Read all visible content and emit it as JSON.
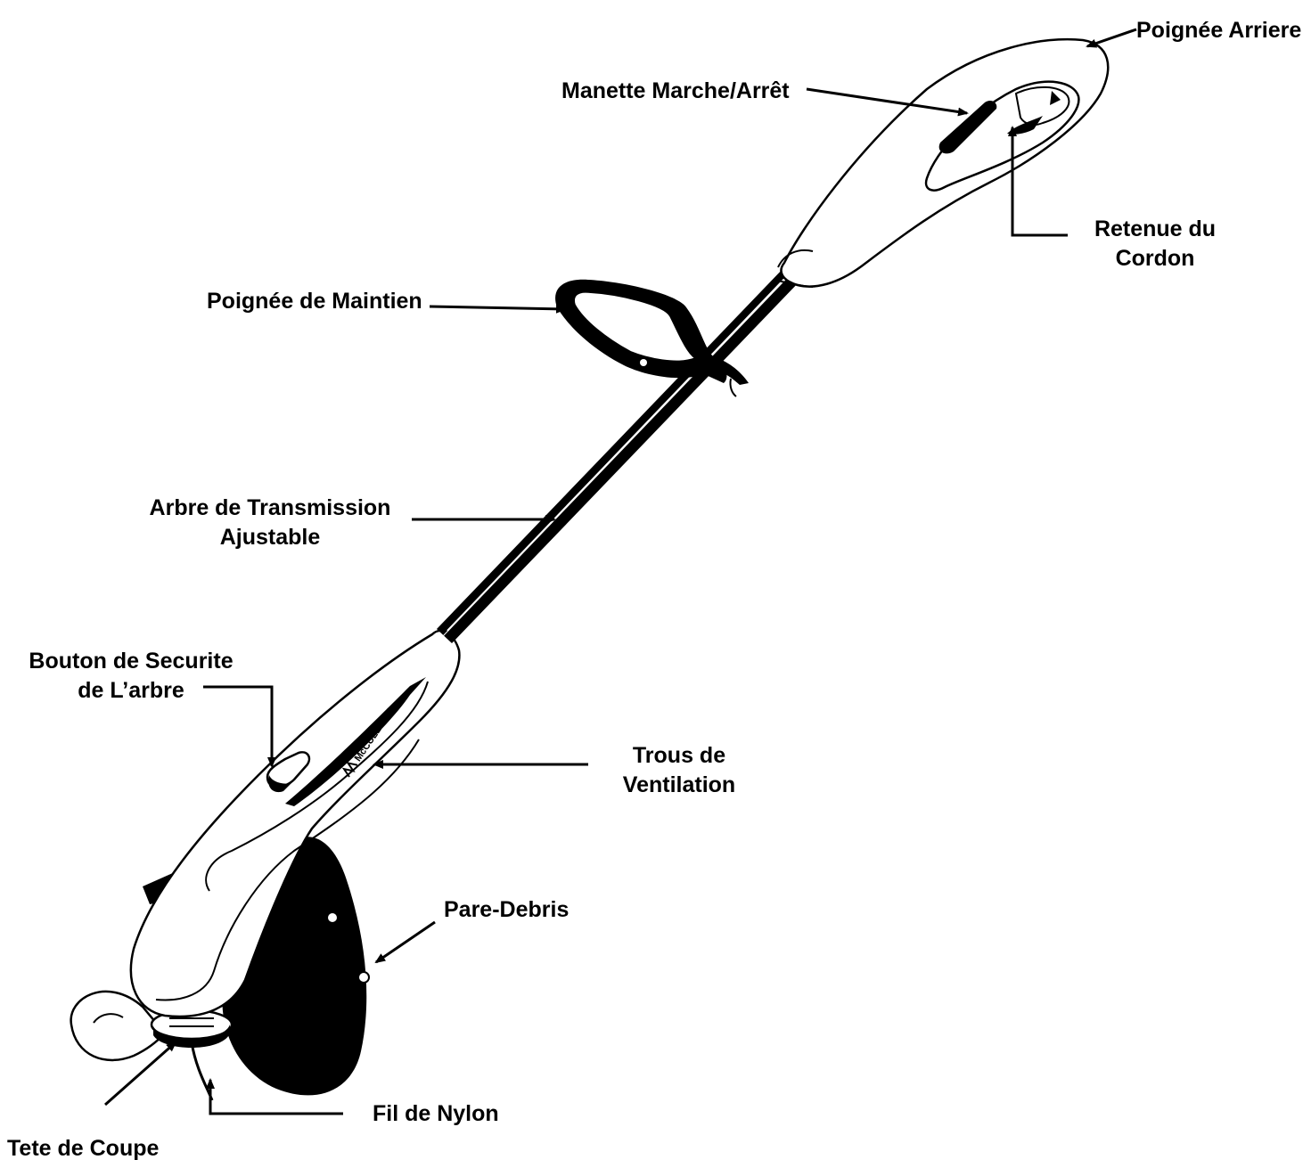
{
  "diagram": {
    "labels": {
      "rear_handle": "Poignée Arriere",
      "on_off_switch": "Manette Marche/Arrêt",
      "cord_retainer": [
        "Retenue du",
        "Cordon"
      ],
      "assist_handle": "Poignée de Maintien",
      "shaft": [
        "Arbre de Transmission",
        "Ajustable"
      ],
      "shaft_lock": [
        "Bouton de Securite",
        "de L’arbre"
      ],
      "vents": [
        "Trous de",
        "Ventilation"
      ],
      "guard": "Pare-Debris",
      "cutting_head": "Tete de Coupe",
      "nylon_line": "Fil de Nylon"
    },
    "logo_text": "McCULLOCH"
  }
}
